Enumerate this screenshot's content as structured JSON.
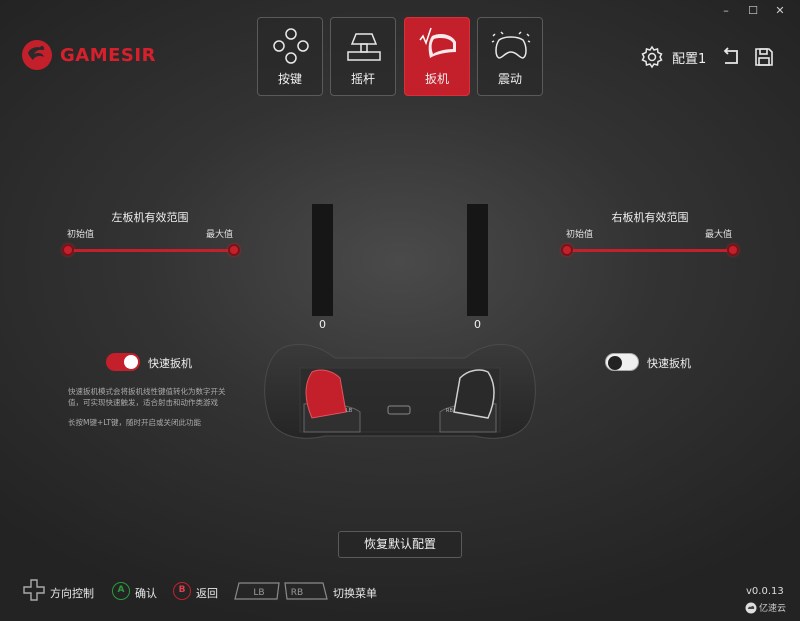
{
  "window": {
    "minimize": "–",
    "maximize": "☐",
    "close": "✕"
  },
  "brand": {
    "name": "GAMESIR"
  },
  "tabs": [
    {
      "label": "按键",
      "active": false,
      "icon": "dpad-buttons-icon"
    },
    {
      "label": "摇杆",
      "active": false,
      "icon": "joystick-icon"
    },
    {
      "label": "扳机",
      "active": true,
      "icon": "trigger-icon"
    },
    {
      "label": "震动",
      "active": false,
      "icon": "vibration-icon"
    }
  ],
  "header": {
    "config_label": "配置1"
  },
  "left_trigger": {
    "title": "左板机有效范围",
    "min_label": "初始值",
    "max_label": "最大值",
    "range_fraction": [
      0,
      1
    ],
    "bar_value": "0",
    "quick_toggle_label": "快速扳机",
    "quick_toggle_on": true
  },
  "right_trigger": {
    "title": "右板机有效范围",
    "min_label": "初始值",
    "max_label": "最大值",
    "range_fraction": [
      0,
      1
    ],
    "bar_value": "0",
    "quick_toggle_label": "快速扳机",
    "quick_toggle_on": false
  },
  "description": {
    "line1": "快速扳机模式会将扳机线性键值转化为数字开关",
    "line2": "值，可实现快速触发，适合射击和动作类游戏",
    "line3": "长按M键+LT键，随时开启或关闭此功能"
  },
  "controller": {
    "lb_label": "LB",
    "rb_label": "RB"
  },
  "reset_button": "恢复默认配置",
  "footer": {
    "dpad_hint": "方向控制",
    "a_key": "A",
    "a_hint": "确认",
    "b_key": "B",
    "b_hint": "返回",
    "lb_key": "LB",
    "rb_key": "RB",
    "switch_hint": "切换菜单",
    "version": "v0.0.13",
    "watermark": "亿速云"
  },
  "colors": {
    "accent": "#c4202c",
    "a_button": "#2a9a3a",
    "b_button": "#c4202c"
  }
}
